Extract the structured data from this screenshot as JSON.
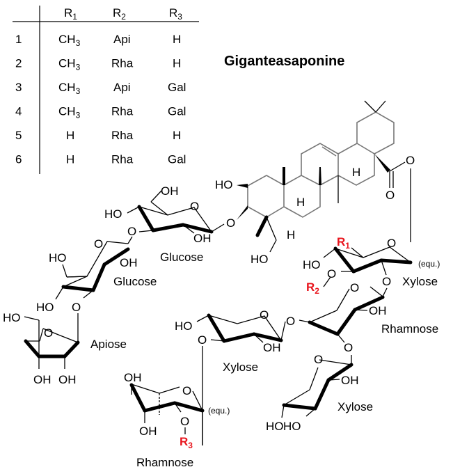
{
  "title": "Giganteasaponine",
  "table": {
    "headers": [
      {
        "base": "R",
        "sub": "1"
      },
      {
        "base": "R",
        "sub": "2"
      },
      {
        "base": "R",
        "sub": "3"
      }
    ],
    "rows": [
      {
        "id": "1",
        "r1": "CH",
        "r1sub": "3",
        "r2": "Api",
        "r3": "H"
      },
      {
        "id": "2",
        "r1": "CH",
        "r1sub": "3",
        "r2": "Rha",
        "r3": "H"
      },
      {
        "id": "3",
        "r1": "CH",
        "r1sub": "3",
        "r2": "Api",
        "r3": "Gal"
      },
      {
        "id": "4",
        "r1": "CH",
        "r1sub": "3",
        "r2": "Rha",
        "r3": "Gal"
      },
      {
        "id": "5",
        "r1": "H",
        "r1sub": "",
        "r2": "Rha",
        "r3": "H"
      },
      {
        "id": "6",
        "r1": "H",
        "r1sub": "",
        "r2": "Rha",
        "r3": "Gal"
      }
    ]
  },
  "labels": {
    "glucose_1": "Glucose",
    "glucose_2": "Glucose",
    "apiose": "Apiose",
    "xylose_top": "Xylose",
    "rhamnose_mid": "Rhamnose",
    "xylose_mid": "Xylose",
    "xylose_bottom": "Xylose",
    "rhamnose_bottom": "Rhamnose",
    "equ": "(equ.)"
  },
  "atoms": {
    "O": "O",
    "OH": "OH",
    "HO": "HO",
    "H": "H",
    "R": "R",
    "r1_sub": "1",
    "r2_sub": "2",
    "r3_sub": "3"
  },
  "colors": {
    "substituent": "#e8141c",
    "bond": "#000000",
    "aglycone_bond": "#777777"
  }
}
